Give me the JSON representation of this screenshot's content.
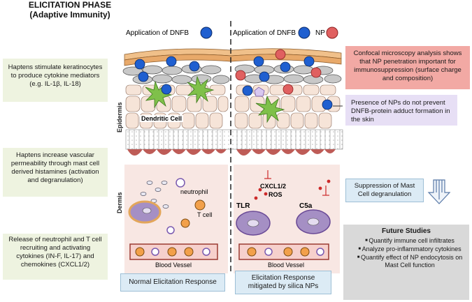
{
  "header": {
    "title_line1": "ELICITATION PHASE",
    "title_line2": "(Adaptive Immunity)"
  },
  "legend": {
    "left_label": "Application of DNFB",
    "right_label_dnfb": "Application of DNFB",
    "right_label_np": "NP",
    "colors": {
      "dnfb": "#1f5fd0",
      "np": "#e06060"
    }
  },
  "layers": {
    "epidermis": "Epidermis",
    "dermis": "Dermis"
  },
  "left_notes": [
    "Haptens stimulate keratinocytes to produce cytokine mediators (e.g. IL-1β, IL-18)",
    "Haptens increase vascular permeability through mast cell derived histamines (activation and degranulation)",
    "Release of neutrophil and T cell recruiting and activating cytokines (IN-F, IL-17) and chemokines (CXCL1/2)"
  ],
  "right_notes": {
    "confocal": "Confocal microscopy analysis shows that NP penetration important for immunosuppression (surface charge and composition)",
    "adduct": "Presence of NPs do not prevent DNFB-protein adduct formation in the skin",
    "mast_suppression": "Suppression of Mast Cell degranulation"
  },
  "diagram_labels": {
    "dendritic_cell": "Dendritic Cell",
    "neutrophil": "neutrophil",
    "t_cell": "T cell",
    "blood_vessel_left": "Blood Vessel",
    "blood_vessel_right": "Blood Vessel",
    "cxcl": "CXCL1/2",
    "ros": "ROS",
    "tlr": "TLR",
    "c5a": "C5a"
  },
  "bottom": {
    "normal": "Normal Elicitation Response",
    "mitigated": "Elicitation Response mitigated by silica NPs"
  },
  "future": {
    "title": "Future Studies",
    "items": [
      "Quantify immune cell infiltrates",
      "Analyze pro-inflammatory cytokines",
      "Quantify effect of NP endocytosis on Mast Cell function"
    ]
  }
}
